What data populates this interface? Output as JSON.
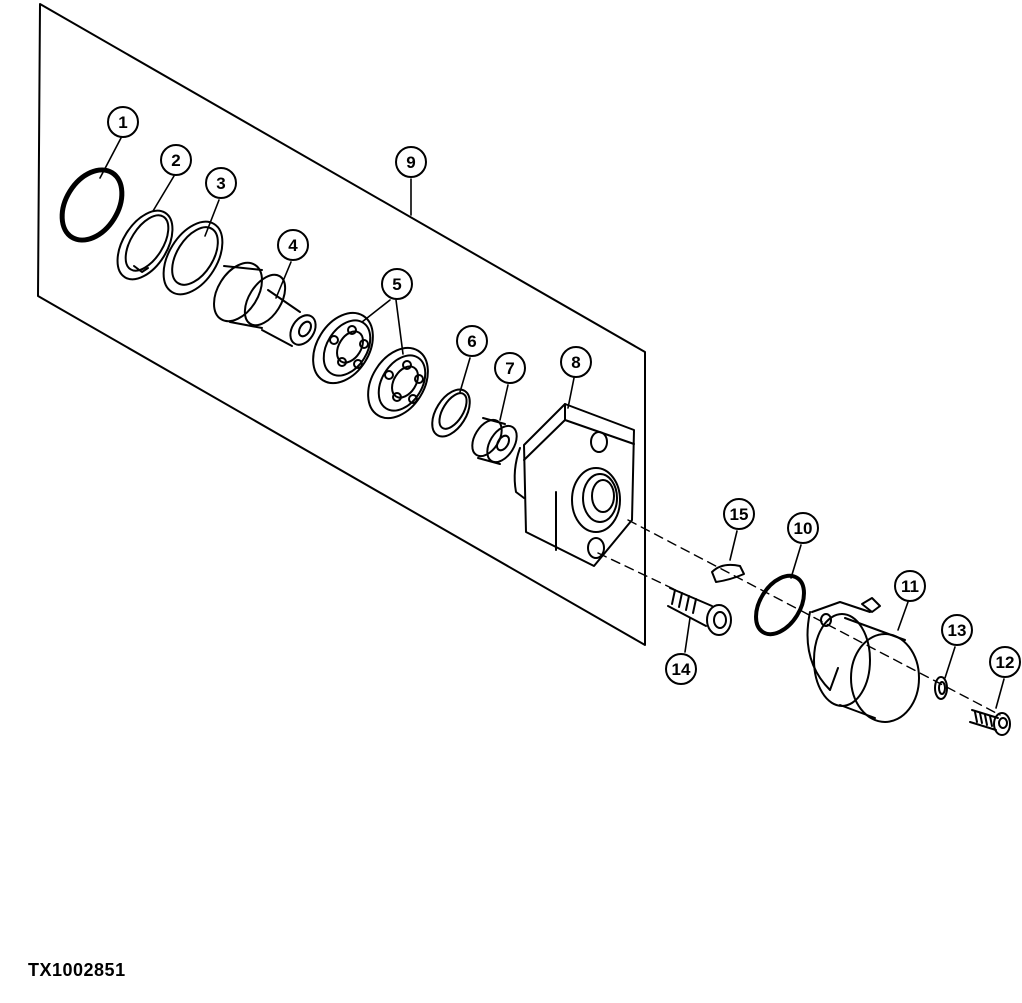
{
  "figure": {
    "id": "TX1002851"
  },
  "callouts": [
    "1",
    "2",
    "3",
    "4",
    "5",
    "6",
    "7",
    "8",
    "9",
    "10",
    "11",
    "12",
    "13",
    "14",
    "15"
  ],
  "colors": {
    "line": "#000000",
    "background": "#ffffff"
  }
}
